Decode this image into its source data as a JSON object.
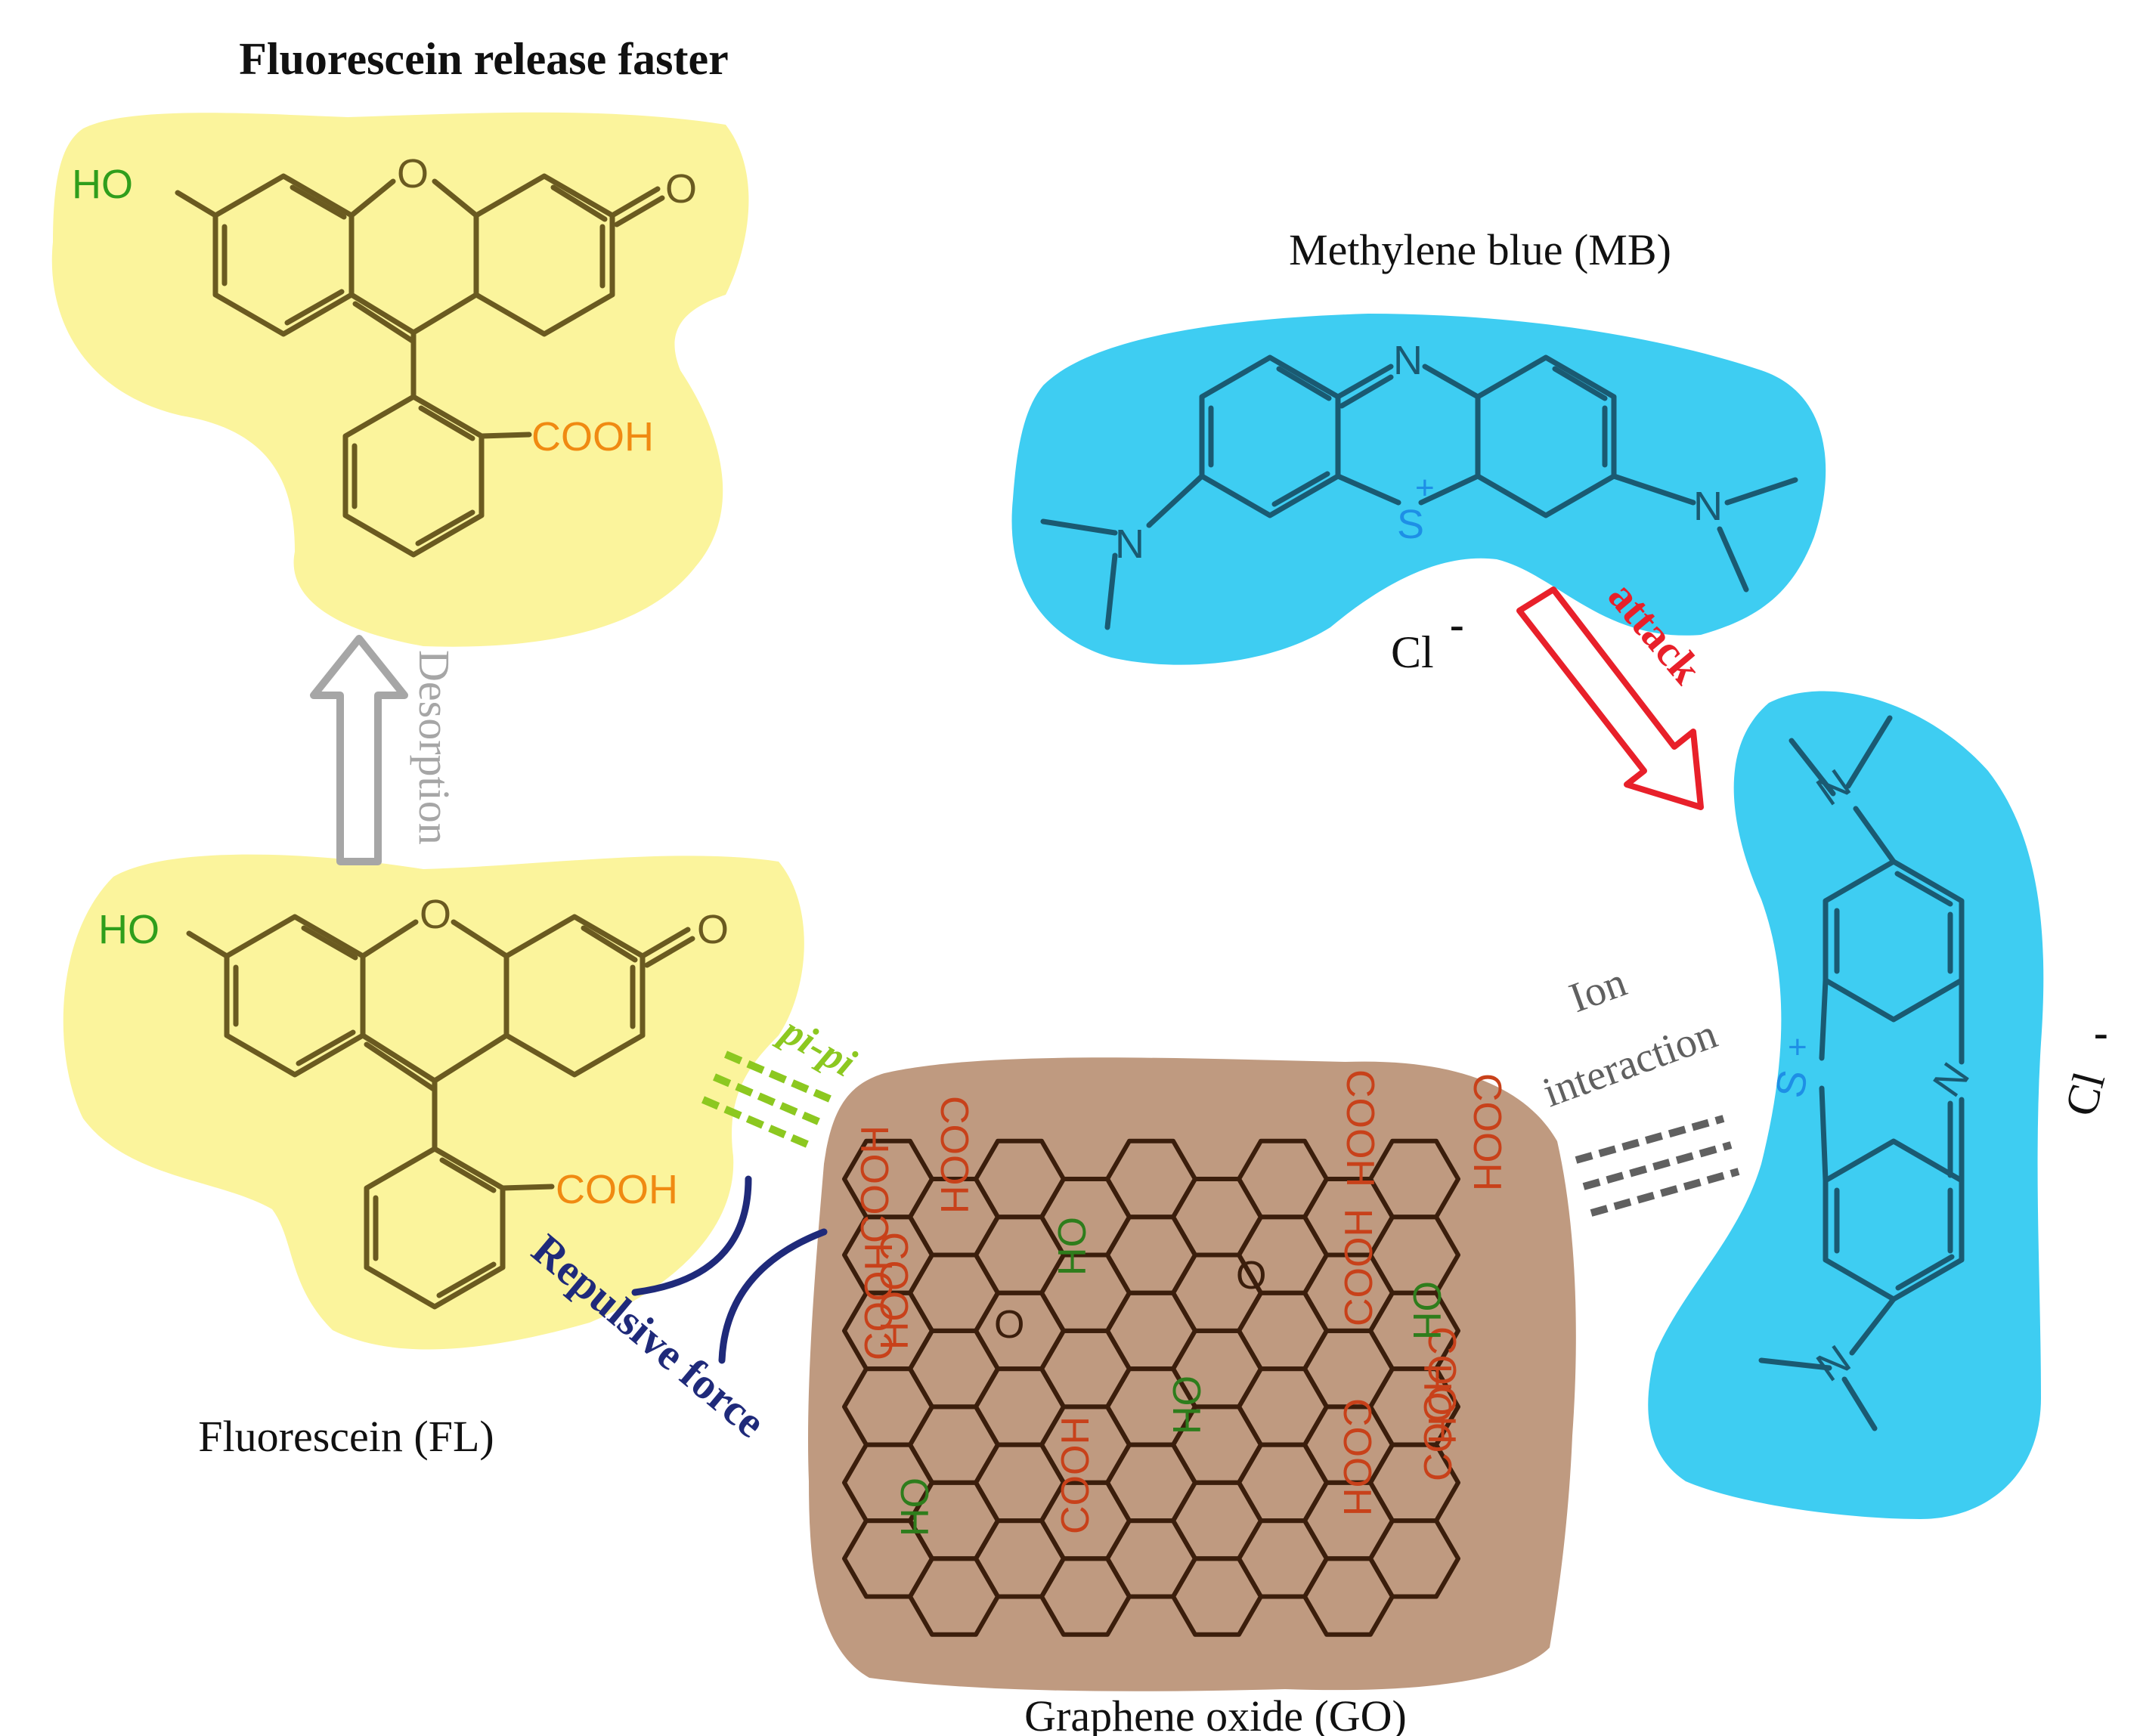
{
  "labels": {
    "release_title": "Fluorescein release faster",
    "fl_name": "Fluorescein (FL)",
    "mb_name": "Methylene blue (MB)",
    "go_name": "Graphene oxide (GO)",
    "desorption": "Desorption",
    "attack": "attack",
    "pi_pi": "pi-pi",
    "repulsive": "Repulsive force",
    "ion_line1": "Ion",
    "ion_line2": "interaction"
  },
  "atoms": {
    "ho": "HO",
    "o": "O",
    "cooh": "COOH",
    "n": "N",
    "s": "S",
    "plus": "+",
    "cl": "Cl",
    "minus": "-",
    "oh": "OH"
  },
  "colors": {
    "fluorescein_blob": "#fbf49c",
    "mb_blob": "#3ecdf2",
    "go_blob": "#bf9a80",
    "hydroxyl_green": "#2f9e1c",
    "carboxyl_orange": "#f08a12",
    "go_cooh_red": "#c8411a",
    "go_oh_green": "#2e7d1c",
    "attack_red": "#e8202a",
    "repulsive_navy": "#1f2a7a",
    "pi_green": "#8cc820",
    "ion_gray": "#606060",
    "desorption_gray": "#a6a6a6"
  }
}
